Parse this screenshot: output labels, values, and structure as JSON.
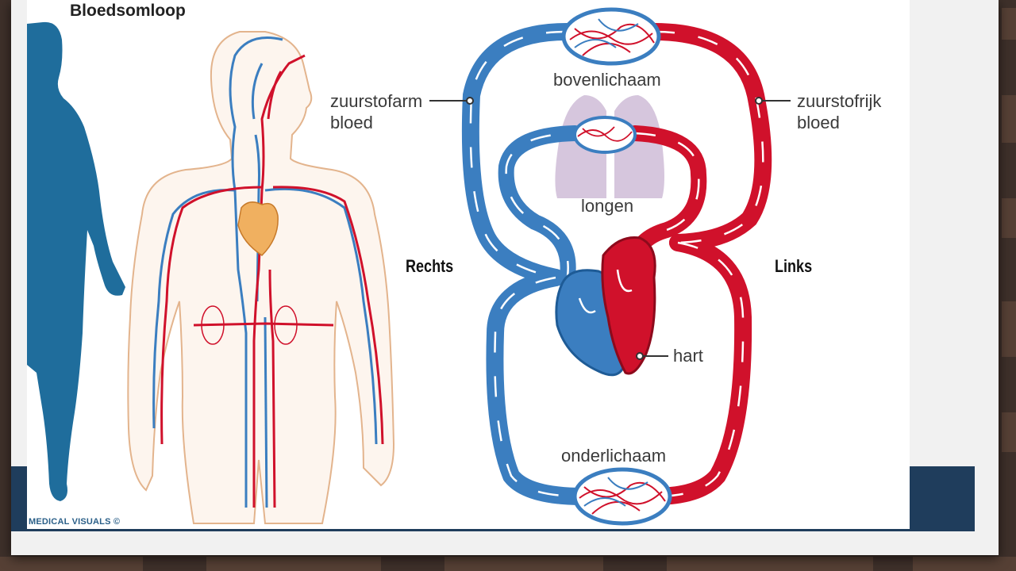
{
  "slide": {
    "title": "Bloedsomloop",
    "credit": "MEDICAL VISUALS ©",
    "side_labels": {
      "right": "Rechts",
      "left": "Links"
    }
  },
  "diagram": {
    "labels": {
      "upper_body": "bovenlichaam",
      "lungs": "longen",
      "heart": "hart",
      "lower_body": "onderlichaam",
      "oxygen_poor_1": "zuurstofarm",
      "oxygen_poor_2": "bloed",
      "oxygen_rich_1": "zuurstofrijk",
      "oxygen_rich_2": "bloed"
    }
  },
  "colors": {
    "oxygen_poor": "#3b7ec0",
    "oxygen_rich": "#d0112b",
    "lungs": "#d6c6dd",
    "silhouette": "#1f6d9c",
    "band": "#1f3d5c"
  }
}
